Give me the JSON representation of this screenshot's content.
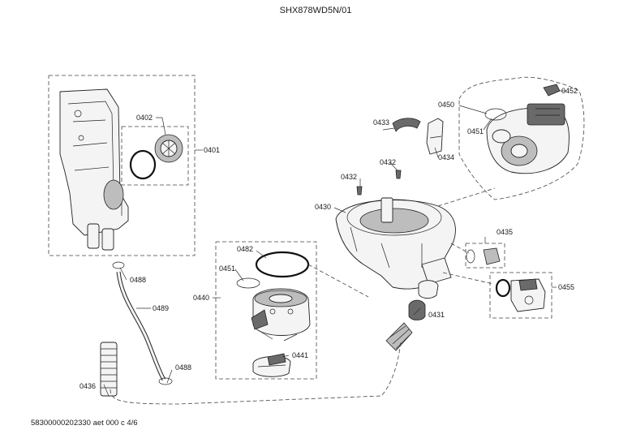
{
  "title": "SHX878WD5N/01",
  "footer": "58300000202330 aet 000 c 4/6",
  "parts": {
    "p0401": "0401",
    "p0402": "0402",
    "p0488a": "0488",
    "p0489": "0489",
    "p0488b": "0488",
    "p0436": "0436",
    "p0482": "0482",
    "p0451a": "0451",
    "p0440": "0440",
    "p0441": "0441",
    "p0433": "0433",
    "p0432a": "0432",
    "p0432b": "0432",
    "p0434": "0434",
    "p0430": "0430",
    "p0431": "0431",
    "p0435": "0435",
    "p0455": "0455",
    "p0450": "0450",
    "p0451b": "0451",
    "p0452": "0452"
  }
}
